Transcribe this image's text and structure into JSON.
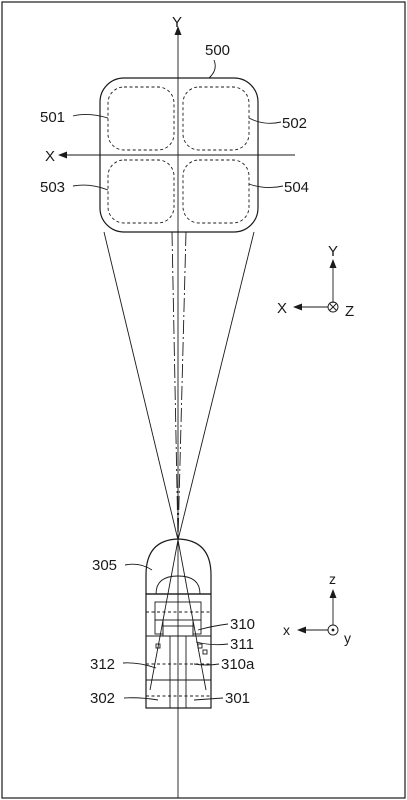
{
  "labels": {
    "axis_Y": "Y",
    "axis_X": "X",
    "target": "500",
    "region_501": "501",
    "region_502": "502",
    "region_503": "503",
    "region_504": "504",
    "coord1_y": "Y",
    "coord1_x": "X",
    "coord1_z": "Z",
    "part_305": "305",
    "part_310": "310",
    "part_311": "311",
    "part_312": "312",
    "part_310a": "310a",
    "part_302": "302",
    "part_301": "301",
    "coord2_z": "z",
    "coord2_x": "x",
    "coord2_y": "y"
  },
  "colors": {
    "ink": "#1a1a1a",
    "paper": "#ffffff"
  }
}
